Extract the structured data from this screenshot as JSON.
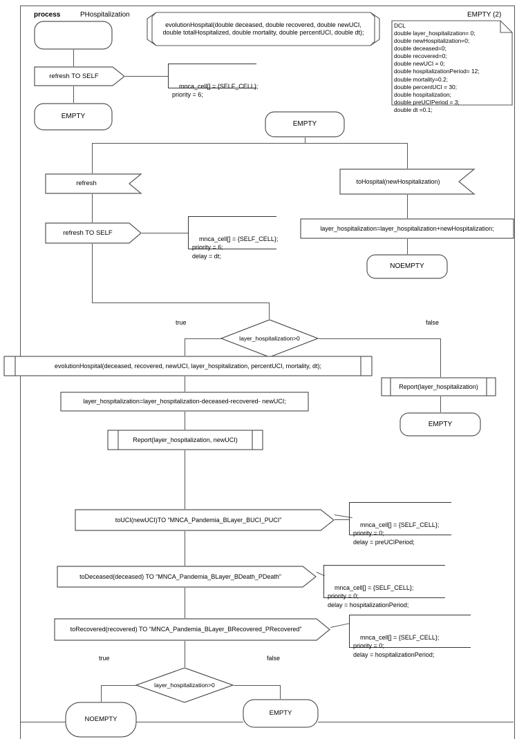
{
  "diagram": {
    "type": "SDL process flowchart",
    "header": {
      "keyword": "process",
      "name": "PHospitalization"
    },
    "top_right_label": "EMPTY (2)"
  },
  "procedure_signature": "evolutionHospital(double deceased, double recovered, double newUCI,\ndouble totalHospitalized, double mortality, double percentUCI, double dt);",
  "declaration": {
    "title": "DCL",
    "lines": [
      "double layer_hospitalization= 0;",
      "double newHospitalization=0;",
      "double deceased=0;",
      "double recovered=0;",
      "double newUCI = 0;",
      "double hospitalizationPeriod= 12;",
      "double mortality=0.2;",
      "double percentUCI = 30;",
      "double hospitalization;",
      "double preUCIPeriod = 3;",
      "double dt =0.1;"
    ]
  },
  "nodes": {
    "start_state": "",
    "refresh_to_self_1": "refresh TO SELF",
    "empty_1": "EMPTY",
    "empty_2": "EMPTY",
    "refresh_input": "refresh",
    "refresh_to_self_2": "refresh TO SELF",
    "to_hospital_input": "toHospital(newHospitalization)",
    "assign_add": "layer_hospitalization=layer_hospitalization+newHospitalization;",
    "noempty_1": "NOEMPTY",
    "decision_1": "layer_hospitalization>0",
    "call_evolution": "evolutionHospital(deceased, recovered, newUCI, layer_hospitalization, percentUCI, mortality, dt);",
    "assign_sub": "layer_hospitalization=layer_hospitalization-deceased-recovered- newUCI;",
    "report_1": "Report(layer_hospitalization, newUCI)",
    "report_2": "Report(layer_hospitalization)",
    "empty_3": "EMPTY",
    "to_uci_output": "toUCI(newUCI)TO “MNCA_Pandemia_BLayer_BUCI_PUCI”",
    "to_deceased_output": "toDeceased(deceased) TO “MNCA_Pandemia_BLayer_BDeath_PDeath”",
    "to_recovered_output": "toRecovered(recovered) TO “MNCA_Pandemia_BLayer_BRecovered_PRecovered”",
    "decision_2": "layer_hospitalization>0",
    "noempty_2": "NOEMPTY",
    "empty_4": "EMPTY"
  },
  "branch_labels": {
    "true": "true",
    "false": "false"
  },
  "notes": {
    "note_1": "mnca_cell[] = {SELF_CELL};\npriority = 6;",
    "note_2": "mnca_cell[] = {SELF_CELL};\npriority = 6;\ndelay = dt;",
    "note_3": "mnca_cell[] = {SELF_CELL};\npriority = 0;\ndelay = preUCIPeriod;",
    "note_4": "mnca_cell[] = {SELF_CELL};\npriority = 0;\ndelay = hospitalizationPeriod;",
    "note_5": "mnca_cell[] = {SELF_CELL};\npriority = 0;\ndelay = hospitalizationPeriod;"
  },
  "colors": {
    "line": "#555555",
    "stroke": "#333333",
    "text": "#000000",
    "background": "#ffffff"
  }
}
